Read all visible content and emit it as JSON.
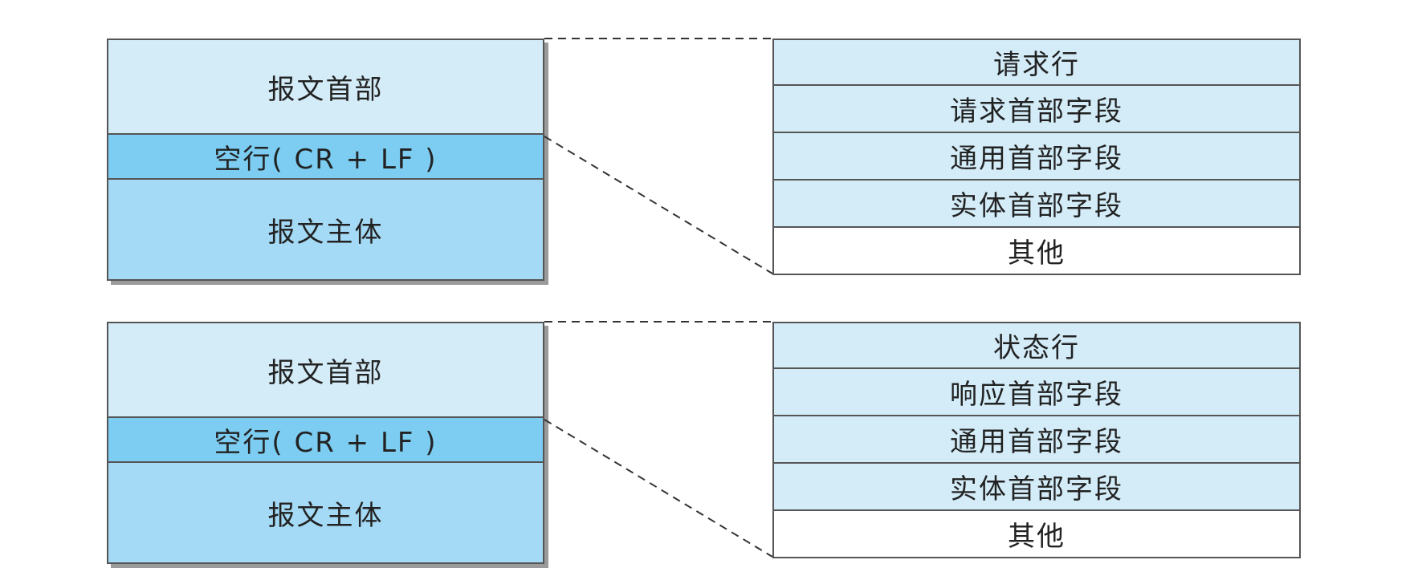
{
  "request": {
    "message": {
      "header": "报文首部",
      "blank_line": "空行( CR + LF )",
      "body": "报文主体"
    },
    "header_fields": [
      "请求行",
      "请求首部字段",
      "通用首部字段",
      "实体首部字段",
      "其他"
    ]
  },
  "response": {
    "message": {
      "header": "报文首部",
      "blank_line": "空行( CR + LF )",
      "body": "报文主体"
    },
    "header_fields": [
      "状态行",
      "响应首部字段",
      "通用首部字段",
      "实体首部字段",
      "其他"
    ]
  },
  "colors": {
    "header_fill": "#d3ecf8",
    "blank_line_fill": "#7ccdf1",
    "body_fill": "#a4daf5",
    "other_fill": "#ffffff",
    "border": "#555555"
  }
}
